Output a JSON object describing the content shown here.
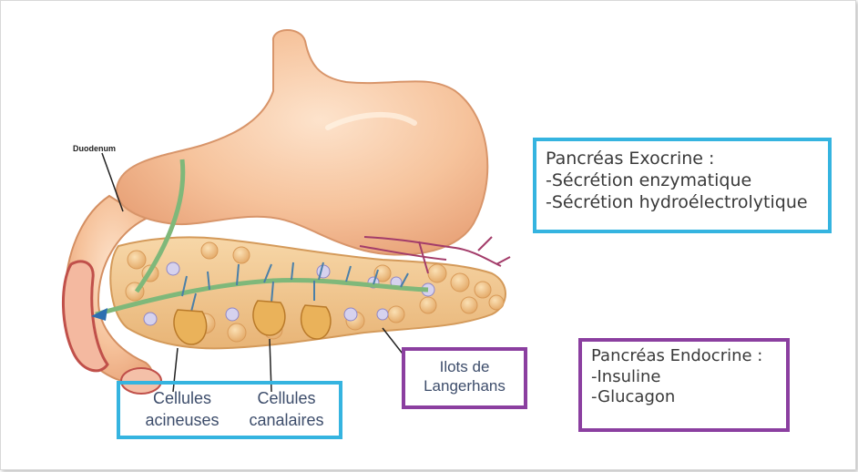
{
  "labels": {
    "duodenum": "Duodenum",
    "exocrine": {
      "title": "Pancréas Exocrine :",
      "items": [
        "-Sécrétion enzymatique",
        "-Sécrétion hydroélectrolytique"
      ]
    },
    "endocrine": {
      "title": "Pancréas Endocrine :",
      "items": [
        "-Insuline",
        "-Glucagon"
      ]
    },
    "islets": {
      "line1": "Ilots de",
      "line2": "Langerhans"
    },
    "acinar": {
      "line1": "Cellules",
      "line2": "acineuses"
    },
    "ductal": {
      "line1": "Cellules",
      "line2": "canalaires"
    }
  },
  "colors": {
    "blue_box": "#35b4e0",
    "purple_box": "#8b3fa0",
    "stomach": "#f6c39c",
    "pancreas": "#f3c98f",
    "duct": "#7fb87a"
  }
}
